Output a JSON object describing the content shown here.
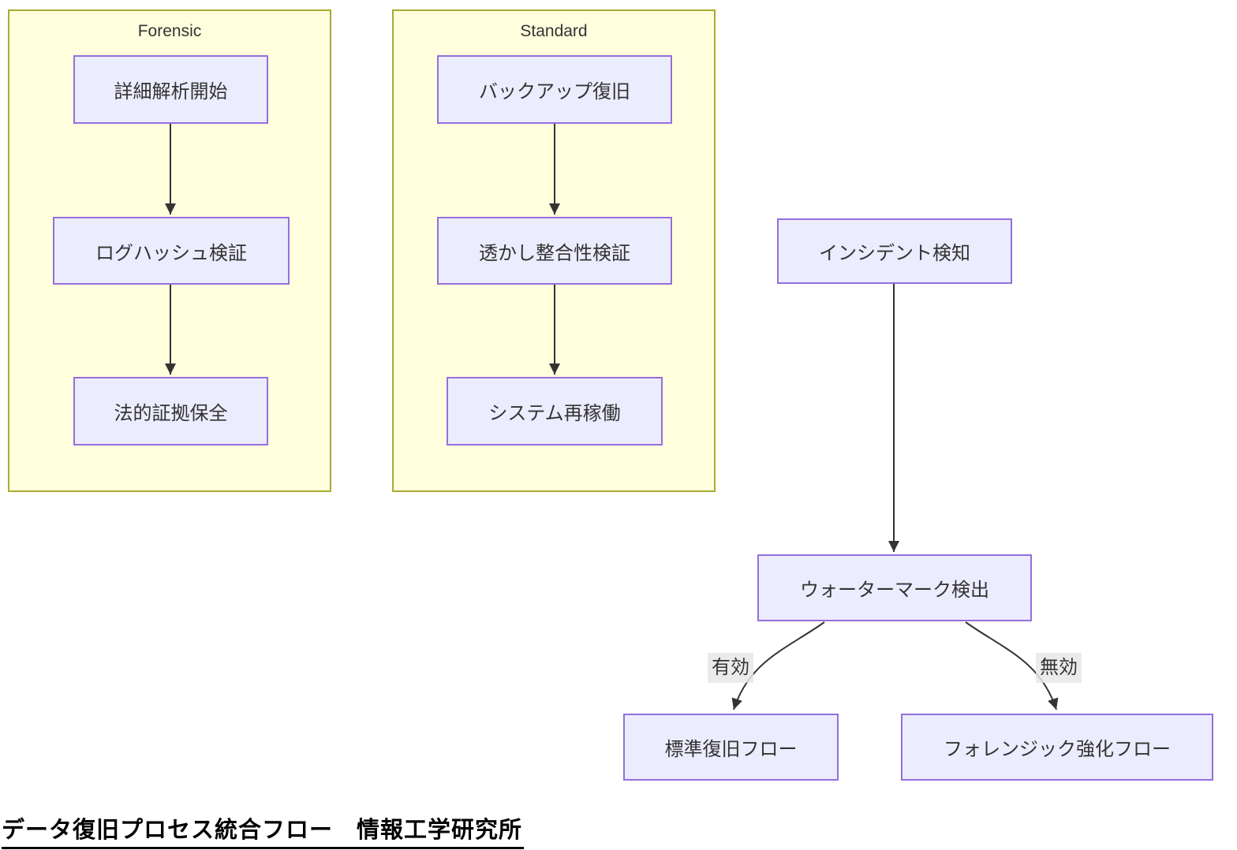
{
  "clusters": {
    "forensic": {
      "label": "Forensic"
    },
    "standard": {
      "label": "Standard"
    }
  },
  "nodes": {
    "detail_analysis": {
      "label": "詳細解析開始"
    },
    "log_hash_verify": {
      "label": "ログハッシュ検証"
    },
    "legal_evidence": {
      "label": "法的証拠保全"
    },
    "backup_restore": {
      "label": "バックアップ復旧"
    },
    "watermark_integrity": {
      "label": "透かし整合性検証"
    },
    "system_restart": {
      "label": "システム再稼働"
    },
    "incident_detection": {
      "label": "インシデント検知"
    },
    "watermark_detection": {
      "label": "ウォーターマーク検出"
    },
    "standard_recovery": {
      "label": "標準復旧フロー"
    },
    "forensic_enhanced": {
      "label": "フォレンジック強化フロー"
    }
  },
  "edge_labels": {
    "valid": {
      "label": "有効"
    },
    "invalid": {
      "label": "無効"
    }
  },
  "footer": {
    "title": "データ復旧プロセス統合フロー　情報工学研究所"
  },
  "colors": {
    "node_fill": "#ECECFF",
    "node_border": "#9370DB",
    "cluster_fill": "#FFFFDE",
    "cluster_border": "#AAAA33",
    "edge_stroke": "#333333",
    "edge_label_bg": "#E8E8E8",
    "text": "#333333",
    "title_text": "#000000"
  }
}
